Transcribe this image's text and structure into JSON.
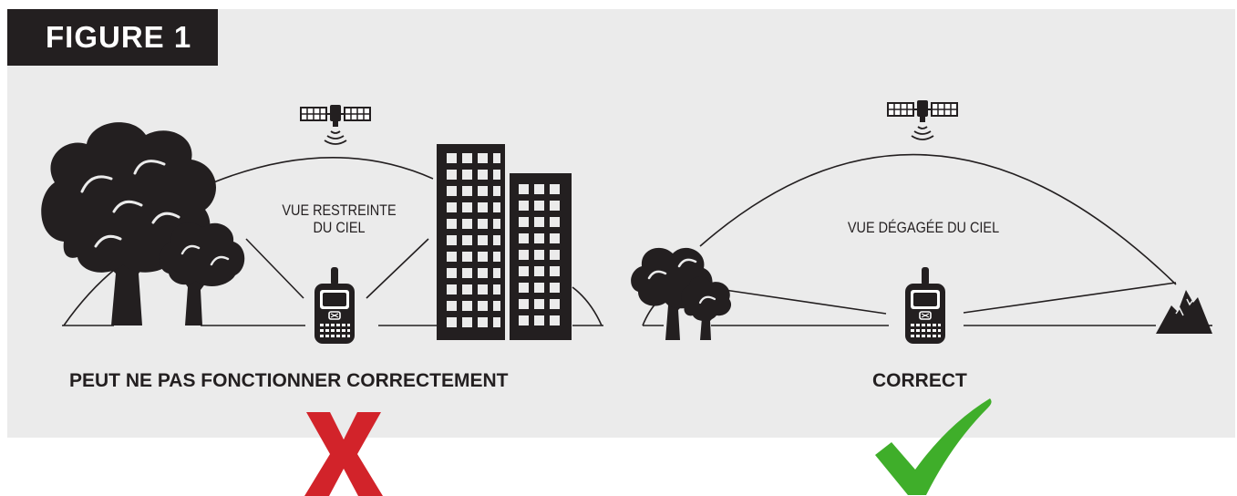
{
  "figure_label": "FIGURE 1",
  "scenes": [
    {
      "sky_label_line1": "VUE RESTREINTE",
      "sky_label_line2": "DU CIEL",
      "caption": "PEUT NE PAS FONCTIONNER CORRECTEMENT",
      "verdict_icon": "red-x-icon"
    },
    {
      "sky_label_line1": "VUE DÉGAGÉE DU CIEL",
      "caption": "CORRECT",
      "verdict_icon": "green-check-icon"
    }
  ],
  "colors": {
    "panel_background": "#ebebeb",
    "ink": "#231f20",
    "cross": "#d2232a",
    "check": "#3fae2a"
  }
}
